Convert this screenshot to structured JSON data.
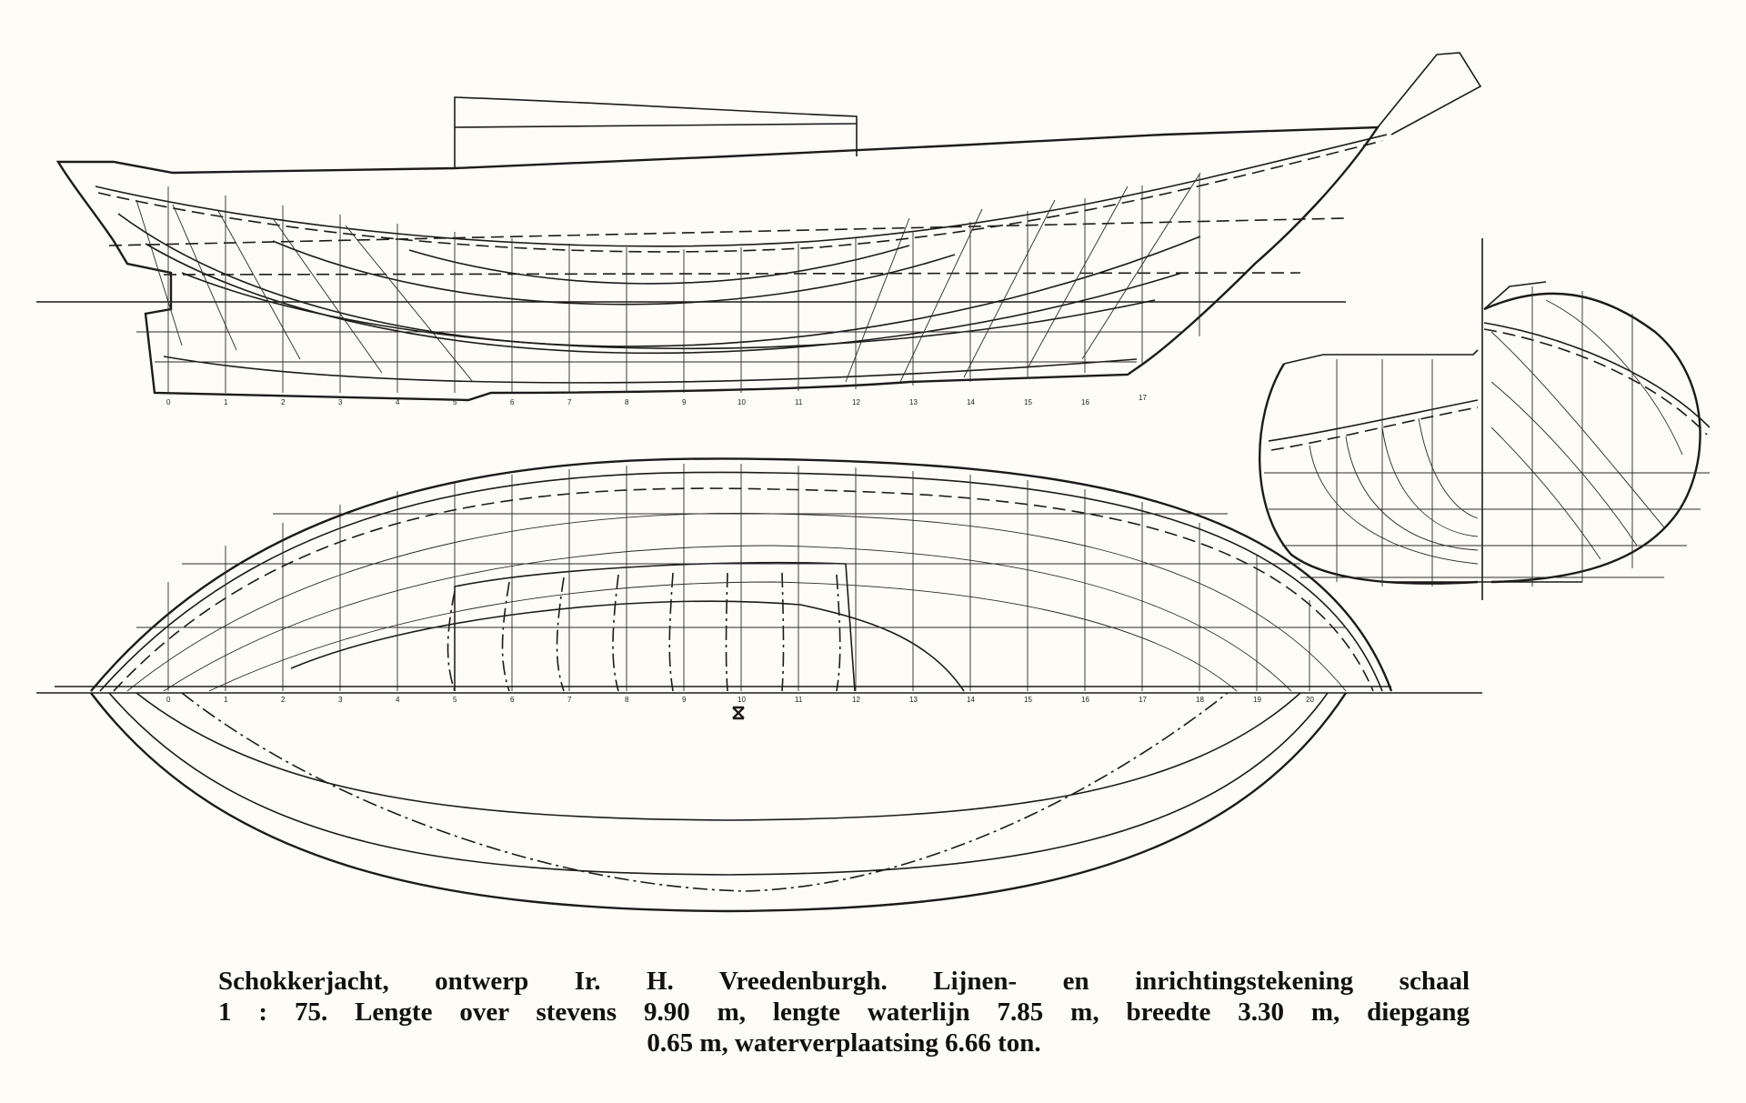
{
  "caption": {
    "line1": "Schokkerjacht, ontwerp Ir. H. Vreedenburgh. Lijnen- en inrichtingstekening schaal",
    "line2": "1 : 75. Lengte over stevens 9.90 m, lengte waterlijn 7.85 m, breedte 3.30 m, diepgang",
    "line3": "0.65 m, waterverplaatsing 6.66 ton."
  },
  "views": {
    "profile": {
      "station_numbers": [
        "0",
        "1",
        "2",
        "3",
        "4",
        "5",
        "6",
        "7",
        "8",
        "9",
        "10",
        "11",
        "12",
        "13",
        "14",
        "15",
        "16",
        "17"
      ]
    },
    "plan": {
      "station_numbers": [
        "0",
        "1",
        "2",
        "3",
        "4",
        "5",
        "6",
        "7",
        "8",
        "9",
        "10",
        "11",
        "12",
        "13",
        "14",
        "15",
        "16",
        "17",
        "18",
        "19",
        "20"
      ]
    }
  },
  "colors": {
    "paper": "#fdfcf6",
    "ink": "#1b1b1b"
  }
}
